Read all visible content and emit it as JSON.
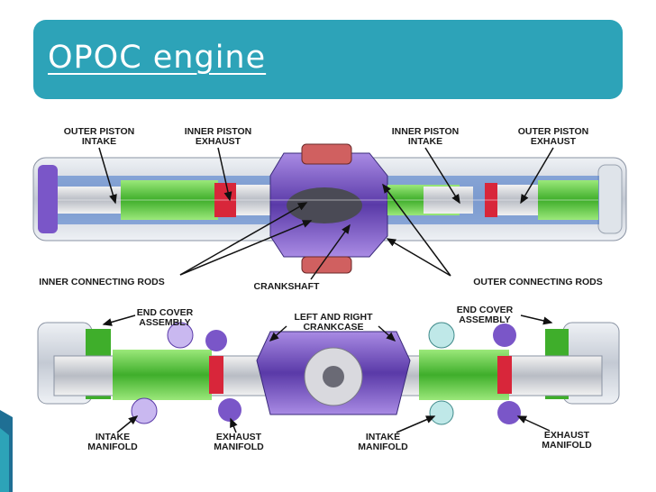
{
  "slide": {
    "title": "OPOC engine"
  },
  "diagram": {
    "top_view_labels": {
      "outer_piston_intake": [
        "OUTER PISTON",
        "INTAKE"
      ],
      "inner_piston_exhaust": [
        "INNER PISTON",
        "EXHAUST"
      ],
      "inner_piston_intake": [
        "INNER PISTON",
        "INTAKE"
      ],
      "outer_piston_exhaust": [
        "OUTER PISTON",
        "EXHAUST"
      ],
      "inner_connecting_rods": "INNER CONNECTING RODS",
      "crankshaft": "CRANKSHAFT",
      "outer_connecting_rods": "OUTER CONNECTING RODS"
    },
    "bottom_view_labels": {
      "end_cover_left": [
        "END COVER",
        "ASSEMBLY"
      ],
      "crankcase": [
        "LEFT AND RIGHT",
        "CRANKCASE"
      ],
      "end_cover_right": [
        "END COVER",
        "ASSEMBLY"
      ],
      "intake_manifold_left": [
        "INTAKE",
        "MANIFOLD"
      ],
      "exhaust_manifold_left": [
        "EXHAUST",
        "MANIFOLD"
      ],
      "intake_manifold_right": [
        "INTAKE",
        "MANIFOLD"
      ],
      "exhaust_manifold_right": [
        "EXHAUST",
        "MANIFOLD"
      ]
    },
    "colors": {
      "banner": "#2da3b8",
      "cylinder_green": "#5ccf3c",
      "piston_red": "#d8263a",
      "housing_purple": "#7a56c8",
      "housing_blue": "#3f73c8",
      "casing_gray": "#c9cfd8"
    }
  }
}
